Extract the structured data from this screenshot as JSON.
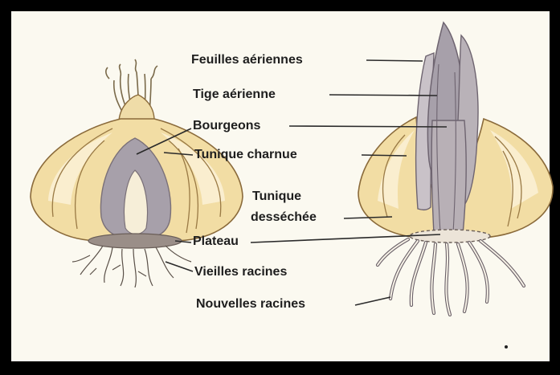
{
  "colors": {
    "frame": "#000000",
    "background": "#fbf9f0",
    "bulb_fill": "#f1dba0",
    "bulb_outline": "#8a6a3a",
    "bud_fill": "#a39ca4",
    "plateau_fill": "#9a8e88",
    "label_text": "#1e1e1e"
  },
  "labels": {
    "feuilles_aeriennes": "Feuilles aériennes",
    "tige_aerienne": "Tige aérienne",
    "bourgeons": "Bourgeons",
    "tunique_charnue": "Tunique charnue",
    "tunique": "Tunique",
    "dessechee": "desséchée",
    "plateau": "Plateau",
    "vieilles_racines": "Vieilles racines",
    "nouvelles_racines": "Nouvelles racines"
  }
}
